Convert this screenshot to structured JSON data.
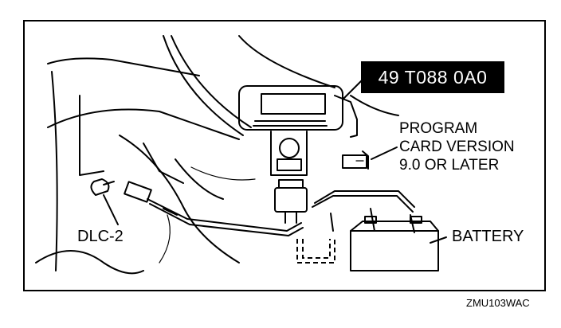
{
  "labels": {
    "part_number": "49 T088 0A0",
    "program_card": [
      "PROGRAM",
      "CARD VERSION",
      "9.0 OR LATER"
    ],
    "connector": "DLC-2",
    "battery": "BATTERY",
    "figure_code": "ZMU103WAC"
  }
}
